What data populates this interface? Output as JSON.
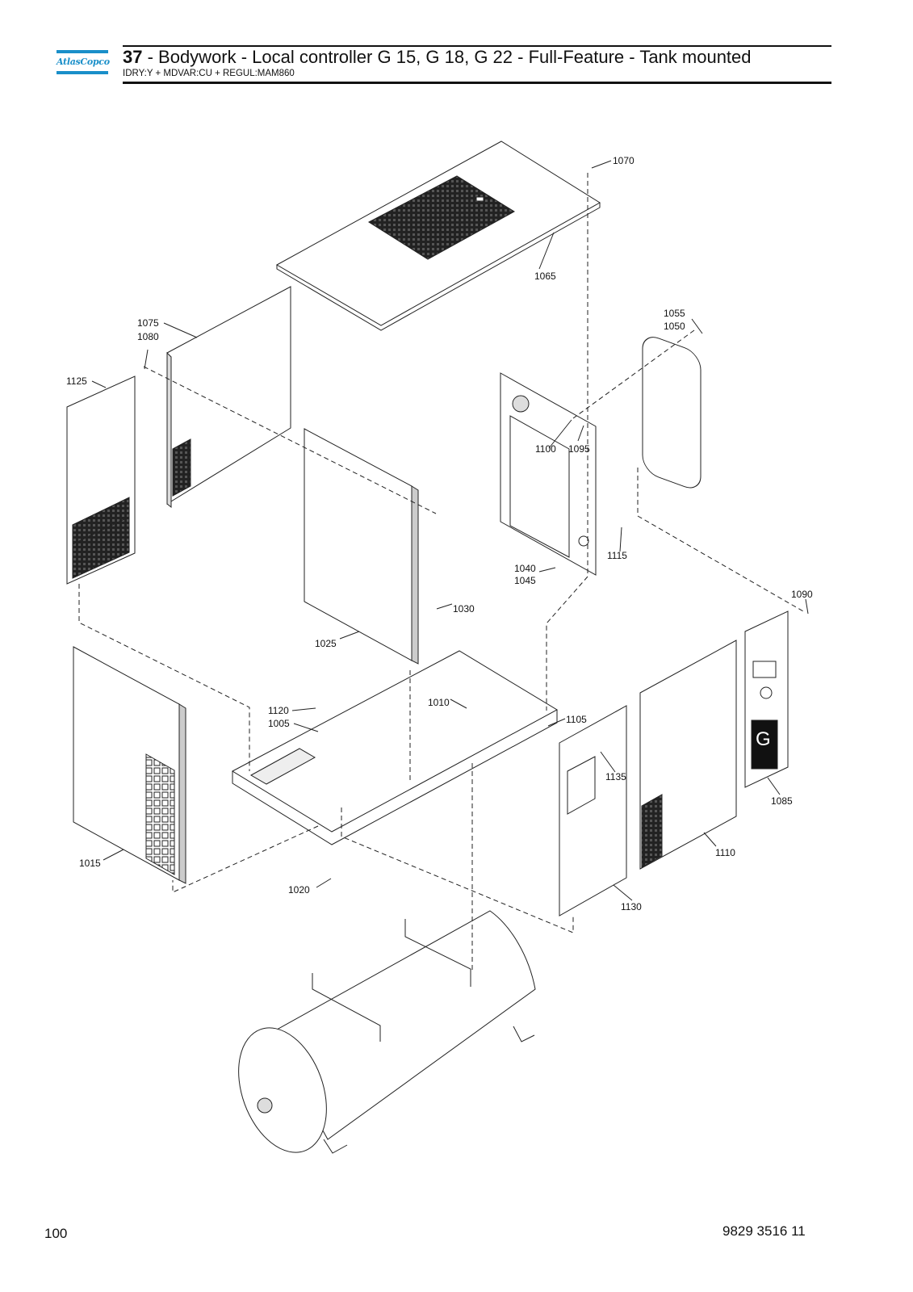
{
  "header": {
    "logo_text": "AtlasCopco",
    "title_number": "37",
    "title_text": " - Bodywork - Local controller G 15, G 18, G 22 - Full-Feature - Tank mounted",
    "subtitle": "IDRY:Y + MDVAR:CU + REGUL:MAM860"
  },
  "drawing": {
    "controller_letter": "G",
    "callouts": {
      "c1070": "1070",
      "c1065": "1065",
      "c1055": "1055",
      "c1050": "1050",
      "c1075": "1075",
      "c1080": "1080",
      "c1125": "1125",
      "c1100": "1100",
      "c1095": "1095",
      "c1115": "1115",
      "c1040": "1040",
      "c1045": "1045",
      "c1090": "1090",
      "c1030": "1030",
      "c1025": "1025",
      "c1010": "1010",
      "c1120": "1120",
      "c1005": "1005",
      "c1105": "1105",
      "c1135": "1135",
      "c1085": "1085",
      "c1015": "1015",
      "c1110": "1110",
      "c1020": "1020",
      "c1130": "1130"
    }
  },
  "footer": {
    "page_number": "100",
    "doc_number": "9829 3516 11"
  }
}
